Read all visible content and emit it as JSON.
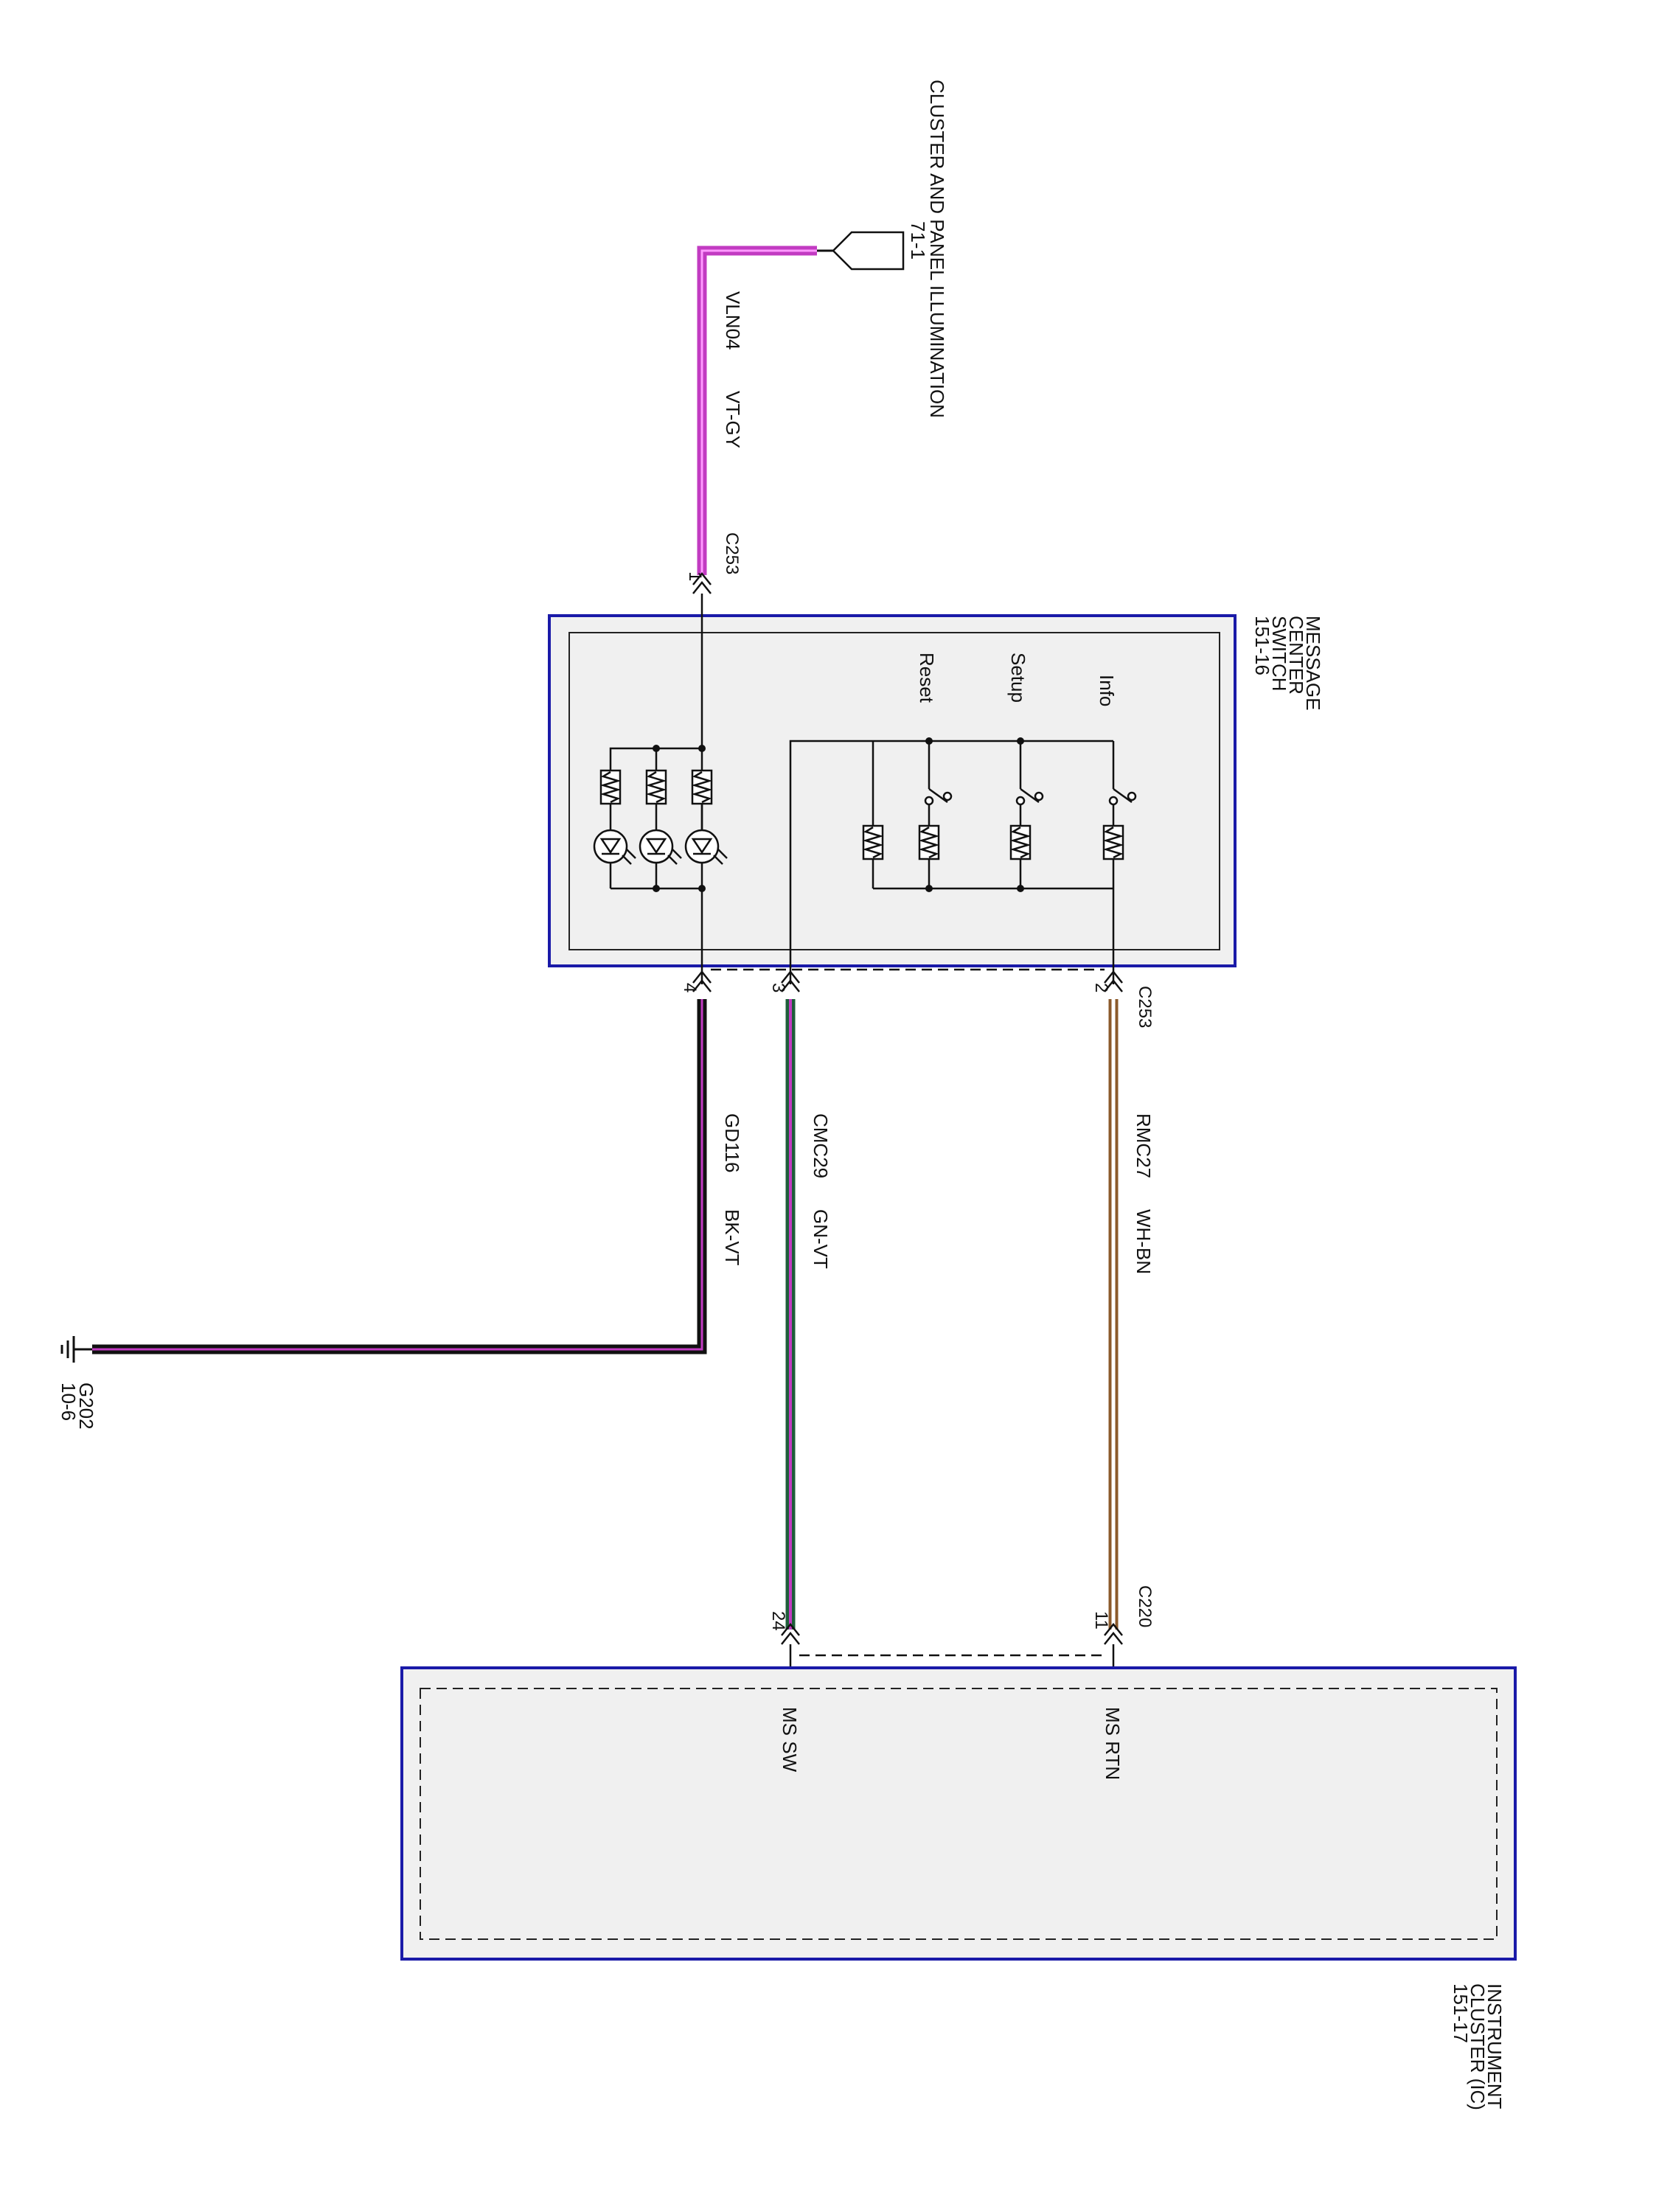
{
  "source": {
    "name": "CLUSTER AND PANEL ILLUMINATION",
    "ref": "71-1"
  },
  "message_center_switch": {
    "name_lines": [
      "MESSAGE",
      "CENTER",
      "SWITCH",
      "151-16"
    ],
    "connector": "C253",
    "switches": [
      "Info",
      "Setup",
      "Reset"
    ]
  },
  "instrument_cluster": {
    "name_lines": [
      "INSTRUMENT",
      "CLUSTER (IC)",
      "151-17"
    ],
    "connector": "C220",
    "pins": [
      {
        "pin": "11",
        "label": "MS RTN"
      },
      {
        "pin": "24",
        "label": "MS SW"
      }
    ]
  },
  "ground": {
    "name": "G202",
    "ref": "10-6"
  },
  "wires": [
    {
      "circuit": "VLN04",
      "color_code": "VT-GY",
      "connector": "C253",
      "pin": "1",
      "color": "#c23bc2"
    },
    {
      "circuit": "RMC27",
      "color_code": "WH-BN",
      "connector": "C253",
      "pin": "2",
      "color": "#8b5a2b"
    },
    {
      "circuit": "CMC29",
      "color_code": "GN-VT",
      "connector": "",
      "pin": "3",
      "color": "#2e8b57"
    },
    {
      "circuit": "GD116",
      "color_code": "BK-VT",
      "connector": "",
      "pin": "4",
      "color": "#111111"
    }
  ]
}
